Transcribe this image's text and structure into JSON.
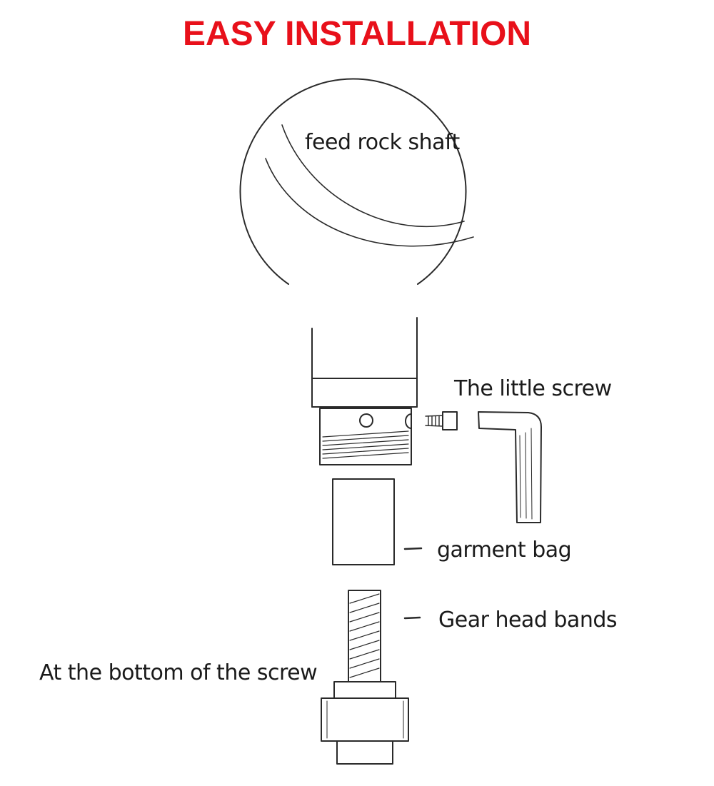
{
  "title": "EASY INSTALLATION",
  "labels": {
    "feed_rock_shaft": "feed rock shaft",
    "little_screw": "The little screw",
    "garment_bag": "garment bag",
    "gear_head_bands": "Gear head bands",
    "bottom_of_screw": "At the bottom of the screw"
  },
  "colors": {
    "title": "#e8101a",
    "line": "#2a2a2a"
  }
}
